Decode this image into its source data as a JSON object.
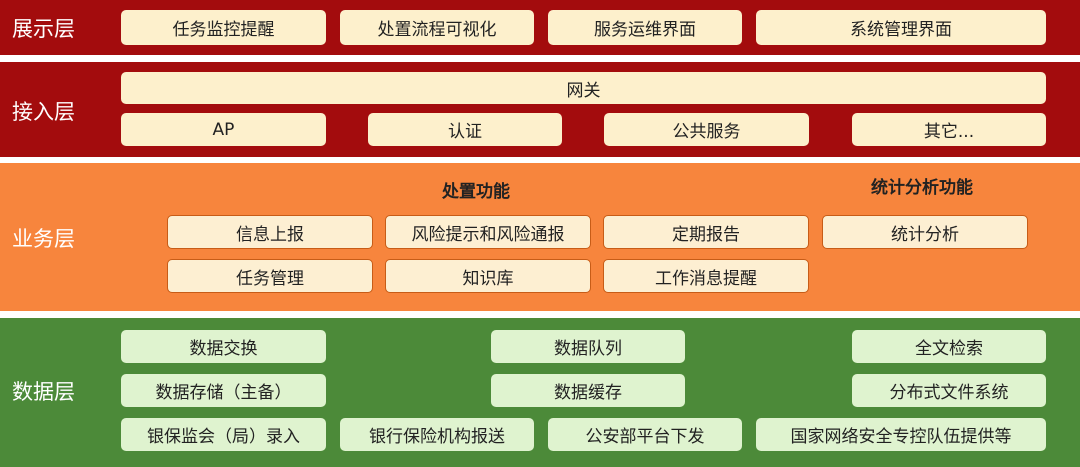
{
  "colors": {
    "presentation": "#a30c0d",
    "access": "#a30c0d",
    "business": "#f7853d",
    "data": "#4c8a39"
  },
  "layers": {
    "presentation": {
      "label": "展示层",
      "items": [
        "任务监控提醒",
        "处置流程可视化",
        "服务运维界面",
        "系统管理界面"
      ]
    },
    "access": {
      "label": "接入层",
      "gateway": "网关",
      "items": [
        "AP",
        "认证",
        "公共服务",
        "其它..."
      ]
    },
    "business": {
      "label": "业务层",
      "groups": [
        {
          "title": "处置功能",
          "items": [
            "信息上报",
            "风险提示和风险通报",
            "定期报告",
            "任务管理",
            "知识库",
            "工作消息提醒"
          ]
        },
        {
          "title": "统计分析功能",
          "items": [
            "统计分析"
          ]
        }
      ]
    },
    "data": {
      "label": "数据层",
      "items": [
        "数据交换",
        "数据队列",
        "全文检索",
        "数据存储（主备）",
        "数据缓存",
        "分布式文件系统",
        "银保监会（局）录入",
        "银行保险机构报送",
        "公安部平台下发",
        "国家网络安全专控队伍提供等"
      ]
    }
  }
}
